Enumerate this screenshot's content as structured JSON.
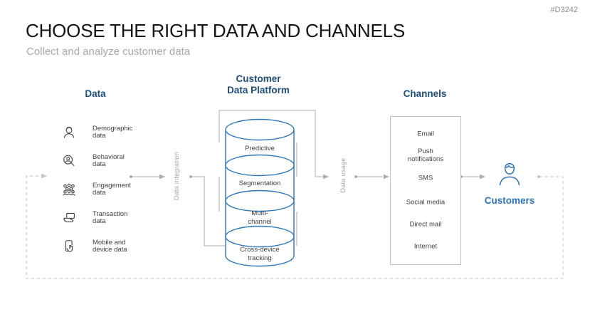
{
  "meta": {
    "tag": "#D3242"
  },
  "header": {
    "title": "CHOOSE THE RIGHT DATA AND CHANNELS",
    "subtitle": "Collect and analyze customer data"
  },
  "colors": {
    "heading_blue": "#1F4E79",
    "accent_blue": "#2E75B6",
    "connector_gray": "#acacac",
    "dashed_gray": "#c3c3c3",
    "box_border_gray": "#bfbfbf",
    "text_dark": "#404040",
    "label_gray": "#a6a6a6"
  },
  "data_column": {
    "title": "Data",
    "items": [
      {
        "icon": "demographic-icon",
        "label": "Demographic\ndata"
      },
      {
        "icon": "behavioral-icon",
        "label": "Behavioral\ndata"
      },
      {
        "icon": "engagement-icon",
        "label": "Engagement\ndata"
      },
      {
        "icon": "transaction-icon",
        "label": "Transaction\ndata"
      },
      {
        "icon": "mobile-icon",
        "label": "Mobile and\ndevice data"
      }
    ]
  },
  "platform": {
    "title": "Customer\nData Platform",
    "cylinders": [
      {
        "label": "Predictive"
      },
      {
        "label": "Segmentation"
      },
      {
        "label": "Multi-\nchannel"
      },
      {
        "label": "Cross-device\ntracking"
      }
    ]
  },
  "flow_labels": {
    "integration": "Data integration",
    "usage": "Data usage"
  },
  "channels": {
    "title": "Channels",
    "items": [
      {
        "label": "Email"
      },
      {
        "label": "Push\nnotifications"
      },
      {
        "label": "SMS"
      },
      {
        "label": "Social media"
      },
      {
        "label": "Direct mail"
      },
      {
        "label": "Internet"
      }
    ]
  },
  "customers": {
    "label": "Customers"
  }
}
